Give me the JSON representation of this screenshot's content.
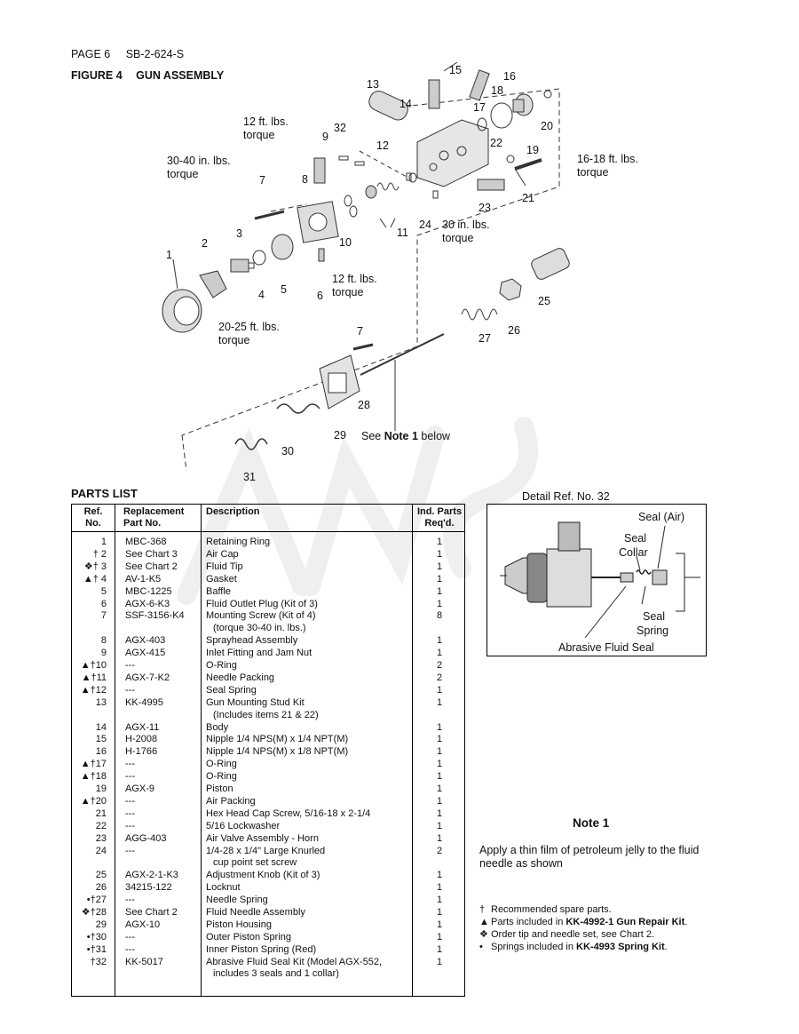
{
  "header": {
    "page": "PAGE 6",
    "doc": "SB-2-624-S"
  },
  "figure": {
    "number": "FIGURE 4",
    "title": "GUN ASSEMBLY"
  },
  "callouts": [
    "1",
    "2",
    "3",
    "4",
    "5",
    "6",
    "7",
    "7",
    "8",
    "9",
    "10",
    "11",
    "12",
    "13",
    "14",
    "15",
    "16",
    "17",
    "18",
    "19",
    "20",
    "21",
    "22",
    "23",
    "24",
    "25",
    "26",
    "27",
    "28",
    "29",
    "30",
    "31",
    "32"
  ],
  "torque_notes": {
    "t1": [
      "12 ft. lbs.",
      "torque"
    ],
    "t2": [
      "30-40 in. lbs.",
      "torque"
    ],
    "t3": [
      "16-18 ft. lbs.",
      "torque"
    ],
    "t4": [
      "30 in. lbs.",
      "torque"
    ],
    "t5": [
      "12 ft. lbs.",
      "torque"
    ],
    "t6": [
      "20-25 ft. lbs.",
      "torque"
    ]
  },
  "see_note": {
    "prefix": "See ",
    "bold": "Note 1",
    "suffix": " below"
  },
  "parts_list": {
    "title": "PARTS LIST",
    "headers": {
      "ref": [
        "Ref.",
        "No."
      ],
      "part": [
        "Replacement",
        "Part No."
      ],
      "desc": "Description",
      "qty": [
        "Ind. Parts",
        "Req'd."
      ]
    },
    "rows": [
      {
        "ref": "1",
        "part": "MBC-368",
        "desc": "Retaining Ring",
        "qty": "1"
      },
      {
        "ref": "† 2",
        "part": "See Chart 3",
        "desc": "Air Cap",
        "qty": "1"
      },
      {
        "ref": "❖† 3",
        "part": "See Chart 2",
        "desc": "Fluid Tip",
        "qty": "1"
      },
      {
        "ref": "▲† 4",
        "part": "AV-1-K5",
        "desc": "Gasket",
        "qty": "1"
      },
      {
        "ref": "5",
        "part": "MBC-1225",
        "desc": "Baffle",
        "qty": "1"
      },
      {
        "ref": "6",
        "part": "AGX-6-K3",
        "desc": "Fluid Outlet Plug (Kit of 3)",
        "qty": "1"
      },
      {
        "ref": "7",
        "part": "SSF-3156-K4",
        "desc": "Mounting Screw (Kit of 4)",
        "desc2": "(torque 30-40 in. lbs.)",
        "qty": "8"
      },
      {
        "ref": "8",
        "part": "AGX-403",
        "desc": "Sprayhead Assembly",
        "qty": "1"
      },
      {
        "ref": "9",
        "part": "AGX-415",
        "desc": "Inlet Fitting and Jam Nut",
        "qty": "1"
      },
      {
        "ref": "▲†10",
        "part": "---",
        "desc": "O-Ring",
        "qty": "2"
      },
      {
        "ref": "▲†11",
        "part": "AGX-7-K2",
        "desc": "Needle Packing",
        "qty": "2"
      },
      {
        "ref": "▲†12",
        "part": "---",
        "desc": "Seal Spring",
        "qty": "1"
      },
      {
        "ref": "13",
        "part": "KK-4995",
        "desc": "Gun Mounting Stud Kit",
        "desc2": "(Includes items 21 & 22)",
        "qty": "1"
      },
      {
        "ref": "14",
        "part": "AGX-11",
        "desc": "Body",
        "qty": "1"
      },
      {
        "ref": "15",
        "part": "H-2008",
        "desc": "Nipple 1/4 NPS(M) x 1/4 NPT(M)",
        "qty": "1"
      },
      {
        "ref": "16",
        "part": "H-1766",
        "desc": "Nipple 1/4 NPS(M) x 1/8 NPT(M)",
        "qty": "1"
      },
      {
        "ref": "▲†17",
        "part": "---",
        "desc": "O-Ring",
        "qty": "1"
      },
      {
        "ref": "▲†18",
        "part": "---",
        "desc": "O-Ring",
        "qty": "1"
      },
      {
        "ref": "19",
        "part": "AGX-9",
        "desc": "Piston",
        "qty": "1"
      },
      {
        "ref": "▲†20",
        "part": "---",
        "desc": "Air Packing",
        "qty": "1"
      },
      {
        "ref": "21",
        "part": "---",
        "desc": "Hex Head Cap Screw, 5/16-18 x 2-1/4",
        "qty": "1"
      },
      {
        "ref": "22",
        "part": "---",
        "desc": "5/16 Lockwasher",
        "qty": "1"
      },
      {
        "ref": "23",
        "part": "AGG-403",
        "desc": "Air Valve Assembly - Horn",
        "qty": "1"
      },
      {
        "ref": "24",
        "part": "---",
        "desc": "1/4-28 x 1/4\" Large Knurled",
        "desc2": "cup point set screw",
        "qty": "2"
      },
      {
        "ref": "25",
        "part": "AGX-2-1-K3",
        "desc": "Adjustment Knob (Kit of 3)",
        "qty": "1"
      },
      {
        "ref": "26",
        "part": "34215-122",
        "desc": "Locknut",
        "qty": "1"
      },
      {
        "ref": "•†27",
        "part": "---",
        "desc": "Needle Spring",
        "qty": "1"
      },
      {
        "ref": "❖†28",
        "part": "See Chart 2",
        "desc": "Fluid Needle Assembly",
        "qty": "1"
      },
      {
        "ref": "29",
        "part": "AGX-10",
        "desc": "Piston Housing",
        "qty": "1"
      },
      {
        "ref": "•†30",
        "part": "---",
        "desc": "Outer Piston Spring",
        "qty": "1"
      },
      {
        "ref": "•†31",
        "part": "---",
        "desc": "Inner Piston Spring (Red)",
        "qty": "1"
      },
      {
        "ref": "†32",
        "part": "KK-5017",
        "desc": "Abrasive Fluid Seal Kit (Model AGX-552,",
        "desc2": "includes 3 seals and 1 collar)",
        "qty": "1"
      }
    ]
  },
  "detail": {
    "title": "Detail Ref. No. 32",
    "labels": {
      "seal_air": "Seal (Air)",
      "seal_collar": [
        "Seal",
        "Collar"
      ],
      "seal_spring": [
        "Seal",
        "Spring"
      ],
      "abrasive": "Abrasive Fluid Seal"
    }
  },
  "note1": {
    "title": "Note 1",
    "text": "Apply a thin film of petroleum jelly to the fluid needle as shown"
  },
  "legend": [
    {
      "sym": "†",
      "pre": "Recommended spare parts.",
      "bold": "",
      "post": ""
    },
    {
      "sym": "▲",
      "pre": "Parts included in ",
      "bold": "KK-4992-1 Gun Repair Kit",
      "post": "."
    },
    {
      "sym": "❖",
      "pre": "Order tip and needle set, see Chart 2.",
      "bold": "",
      "post": ""
    },
    {
      "sym": "•",
      "pre": "Springs included in ",
      "bold": "KK-4993 Spring Kit",
      "post": "."
    }
  ]
}
